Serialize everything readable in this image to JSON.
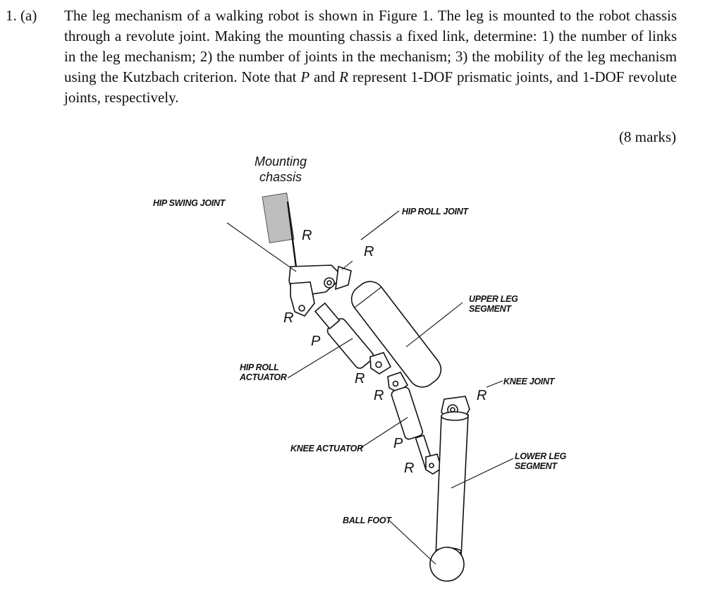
{
  "question": {
    "number": "1. (a)",
    "text_part1": "The leg mechanism of a walking robot is shown in Figure 1. The leg is mounted to the robot chassis through a revolute joint. Making the mounting chassis a fixed link, determine: 1) the number of links in the leg mechanism; 2) the number of joints in the mechanism; 3) the mobility of the leg mechanism using the Kutzbach criterion. Note that ",
    "symbol_p": "P",
    "text_and": " and ",
    "symbol_r": "R",
    "text_part2": " represent 1-DOF prismatic joints, and 1-DOF revolute joints, respectively.",
    "marks": "(8 marks)"
  },
  "figure": {
    "labels": {
      "mounting_line1": "Mounting",
      "mounting_line2": "chassis",
      "hip_swing_joint": "HIP SWING JOINT",
      "hip_roll_joint": "HIP ROLL JOINT",
      "upper_leg_line1": "UPPER LEG",
      "upper_leg_line2": "SEGMENT",
      "hip_roll_actuator_line1": "HIP ROLL",
      "hip_roll_actuator_line2": "ACTUATOR",
      "knee_joint": "KNEE JOINT",
      "knee_actuator": "KNEE ACTUATOR",
      "lower_leg_line1": "LOWER LEG",
      "lower_leg_line2": "SEGMENT",
      "ball_foot": "BALL FOOT"
    },
    "joint_markers": [
      "R",
      "R",
      "R",
      "P",
      "R",
      "R",
      "R",
      "P",
      "R"
    ]
  }
}
